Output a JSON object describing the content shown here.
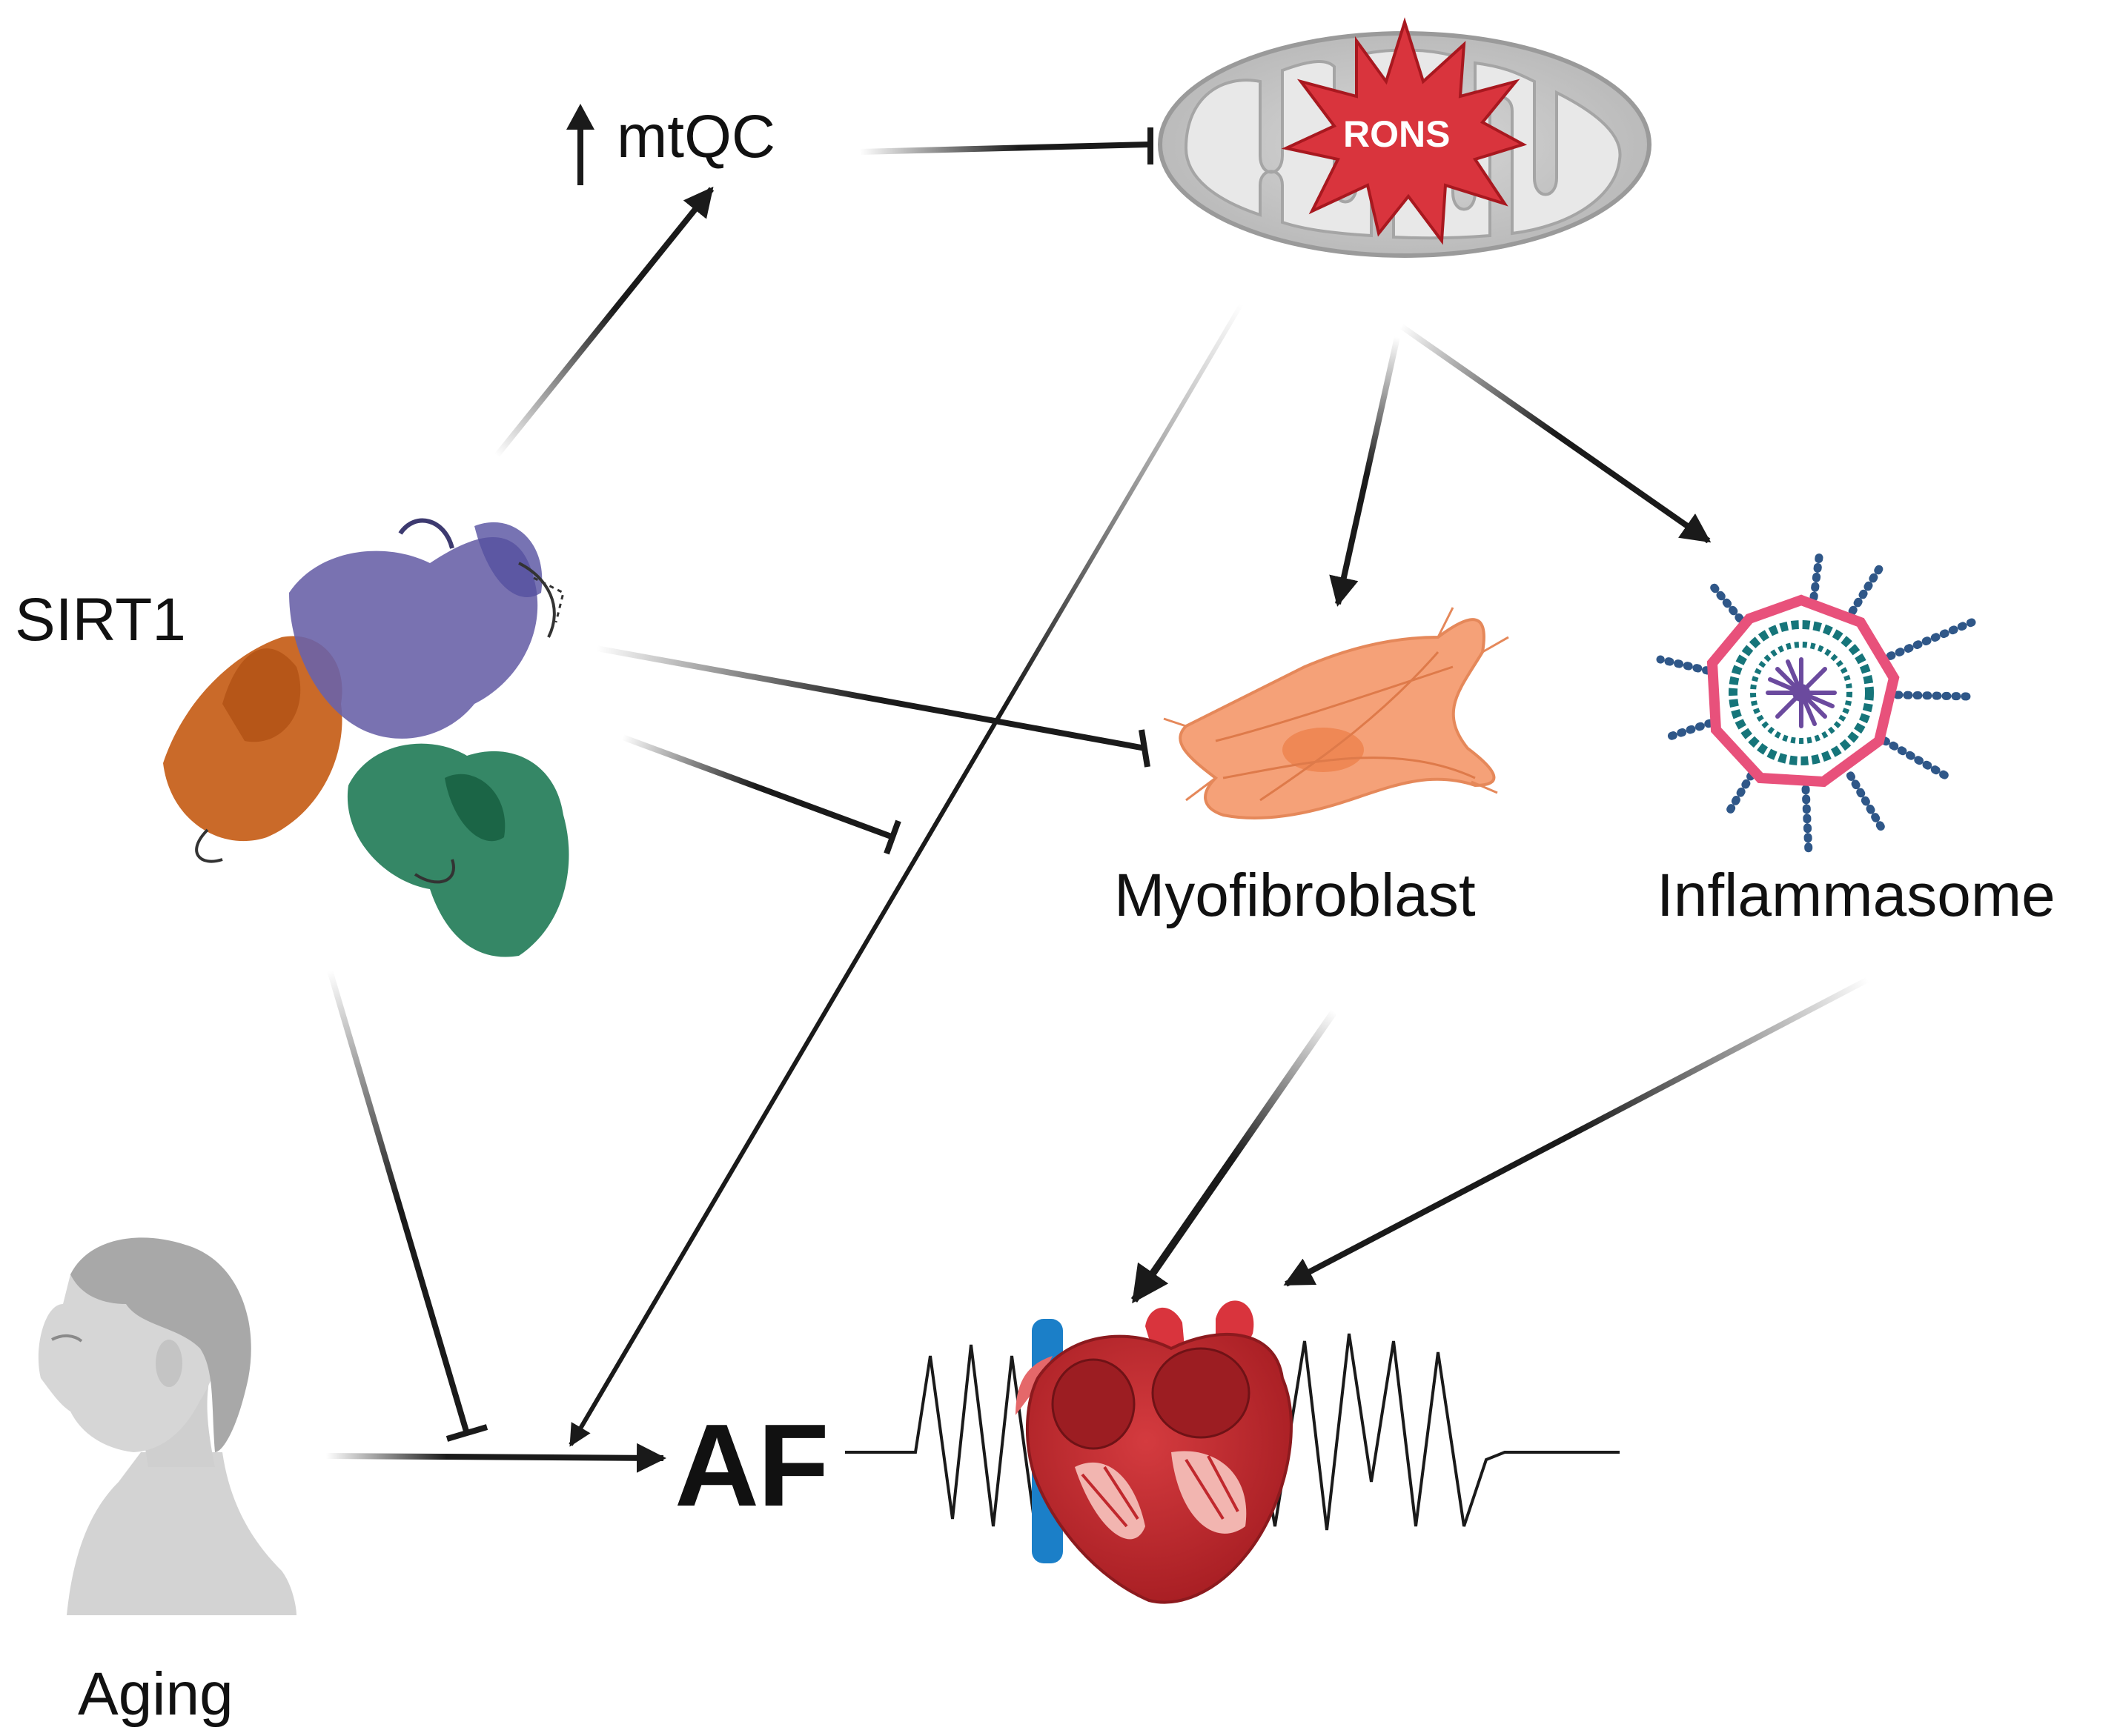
{
  "labels": {
    "mtqc": "mtQC",
    "sirt1": "SIRT1",
    "rons": "RONS",
    "myofibroblast": "Myofibroblast",
    "inflammasome": "Inflammasome",
    "af": "AF",
    "aging": "Aging"
  },
  "colors": {
    "arrow": "#1a1a1a",
    "mito_fill": "#c9c9c9",
    "mito_inner": "#e6e6e6",
    "rons_star": "#d9343d",
    "fibroblast": "#f5a178",
    "inflammasome_blue": "#2f5788",
    "inflammasome_pink": "#e8517b",
    "inflammasome_teal": "#16757a",
    "inflammasome_purple": "#6b4a9e",
    "heart_red": "#c0282d",
    "heart_light": "#e5686a",
    "vessel_blue": "#1b7fc8",
    "protein_purple": "#6a63a8",
    "protein_orange": "#c45a12",
    "protein_green": "#1f7a55",
    "skin_gray": "#cfcfcf"
  },
  "icons": [
    "up-arrow-icon",
    "mitochondrion-icon",
    "rons-burst-icon",
    "sirt1-protein-icon",
    "myofibroblast-cell-icon",
    "inflammasome-icon",
    "heart-icon",
    "ecg-trace-icon",
    "aged-person-icon"
  ]
}
